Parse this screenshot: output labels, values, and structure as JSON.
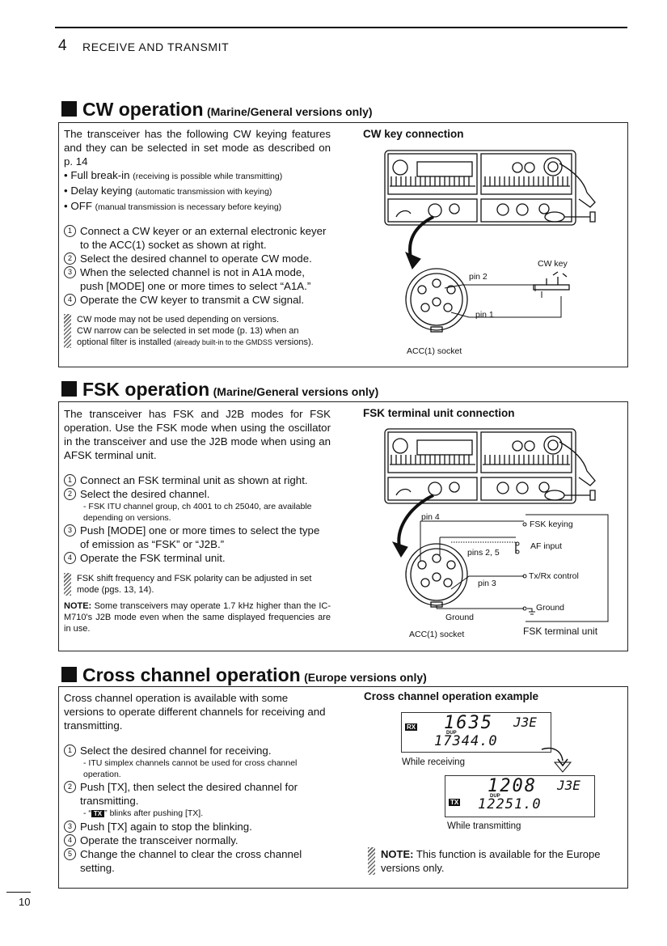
{
  "header": {
    "chapter_number": "4",
    "chapter_title": "RECEIVE AND TRANSMIT"
  },
  "cw": {
    "title": "CW operation",
    "subtitle": "(Marine/General versions only)",
    "intro": "The transceiver has the following CW keying features and they can be selected in set mode as described on p. 14",
    "bullets": [
      {
        "name": "• Full break-in",
        "desc": "(receiving is possible while transmitting)"
      },
      {
        "name": "• Delay keying",
        "desc": "(automatic transmission with keying)"
      },
      {
        "name": "• OFF",
        "desc": "(manual transmission is necessary before keying)"
      }
    ],
    "steps": [
      {
        "num": "1",
        "text": "Connect a CW keyer or an external electronic keyer to the ACC(1) socket as shown at right."
      },
      {
        "num": "2",
        "text": "Select the desired channel to operate CW mode."
      },
      {
        "num": "3",
        "text": "When the selected channel is not in A1A mode, push [MODE] one or more times to select “A1A.”"
      },
      {
        "num": "4",
        "text": "Operate the CW keyer to transmit a CW signal."
      }
    ],
    "note_a": "CW mode may not be used depending on versions.",
    "note_b": "CW narrow can be selected in set mode (p. 13) when an optional filter is installed",
    "note_b_small": "(already built-in to the GMDSS",
    "note_b_end": "versions).",
    "diagram": {
      "title": "CW key connection",
      "label_cwkey": "CW key",
      "label_pin2": "pin 2",
      "label_pin1": "pin 1",
      "label_socket": "ACC(1) socket"
    }
  },
  "fsk": {
    "title": "FSK operation",
    "subtitle": "(Marine/General versions only)",
    "intro": "The transceiver has FSK and J2B modes for FSK operation. Use the FSK mode when using the oscillator in the transceiver and use the J2B mode when using an AFSK terminal unit.",
    "steps": [
      {
        "num": "1",
        "text": "Connect an FSK terminal unit as shown at right."
      },
      {
        "num": "2",
        "text": "Select the desired channel."
      },
      {
        "num": "3",
        "text": "Push [MODE] one or more times to select the type of emission as “FSK” or “J2B.”"
      },
      {
        "num": "4",
        "text": "Operate the FSK terminal unit."
      }
    ],
    "sub_note": "- FSK ITU channel group, ch 4001 to ch 25040, are available depending on versions.",
    "note": "FSK shift frequency and FSK polarity can be adjusted in set mode (pgs. 13, 14).",
    "note_label": "NOTE:",
    "note_text": " Some transceivers may operate 1.7 kHz higher than the IC-M710's J2B mode even when the same displayed frequencies are in use.",
    "diagram": {
      "title": "FSK terminal unit connection",
      "label_pin4": "pin 4",
      "label_pins25": "pins 2, 5",
      "label_pin3": "pin 3",
      "label_ground": "Ground",
      "label_ground2": "Ground",
      "label_socket": "ACC(1) socket",
      "label_fskkeying": "FSK keying",
      "label_afinput": "AF input",
      "label_txrx": "Tx/Rx control",
      "label_unit": "FSK terminal unit"
    }
  },
  "cross": {
    "title": "Cross channel operation",
    "subtitle": "(Europe versions only)",
    "intro": "Cross channel operation is available with some versions to operate different channels for receiving and transmitting.",
    "steps": [
      {
        "num": "1",
        "text": "Select the desired channel for receiving."
      },
      {
        "num": "2",
        "text": "Push [TX], then select the desired channel for transmitting."
      },
      {
        "num": "3",
        "text": "Push [TX] again to stop the blinking."
      },
      {
        "num": "4",
        "text": "Operate the transceiver normally."
      },
      {
        "num": "5",
        "text": "Change the channel to clear the cross channel setting."
      }
    ],
    "sub_note1": "- ITU simplex channels cannot be used for cross channel operation.",
    "sub_note2_pre": "- “",
    "sub_note2_badge": "TX",
    "sub_note2_post": "” blinks after pushing [TX].",
    "diagram": {
      "title": "Cross channel operation example",
      "rx_badge": "RX",
      "tx_badge": "TX",
      "dup": "DUP",
      "rx_ch": "1635",
      "rx_mode": "J3E",
      "rx_freq": "17344.0",
      "tx_ch": "1208",
      "tx_mode": "J3E",
      "tx_freq": "12251.0",
      "label_receiving": "While receiving",
      "label_transmitting": "While transmitting"
    },
    "note_label": "NOTE:",
    "note_text": " This function is available for the Europe versions only."
  },
  "footer": {
    "page_number": "10"
  }
}
